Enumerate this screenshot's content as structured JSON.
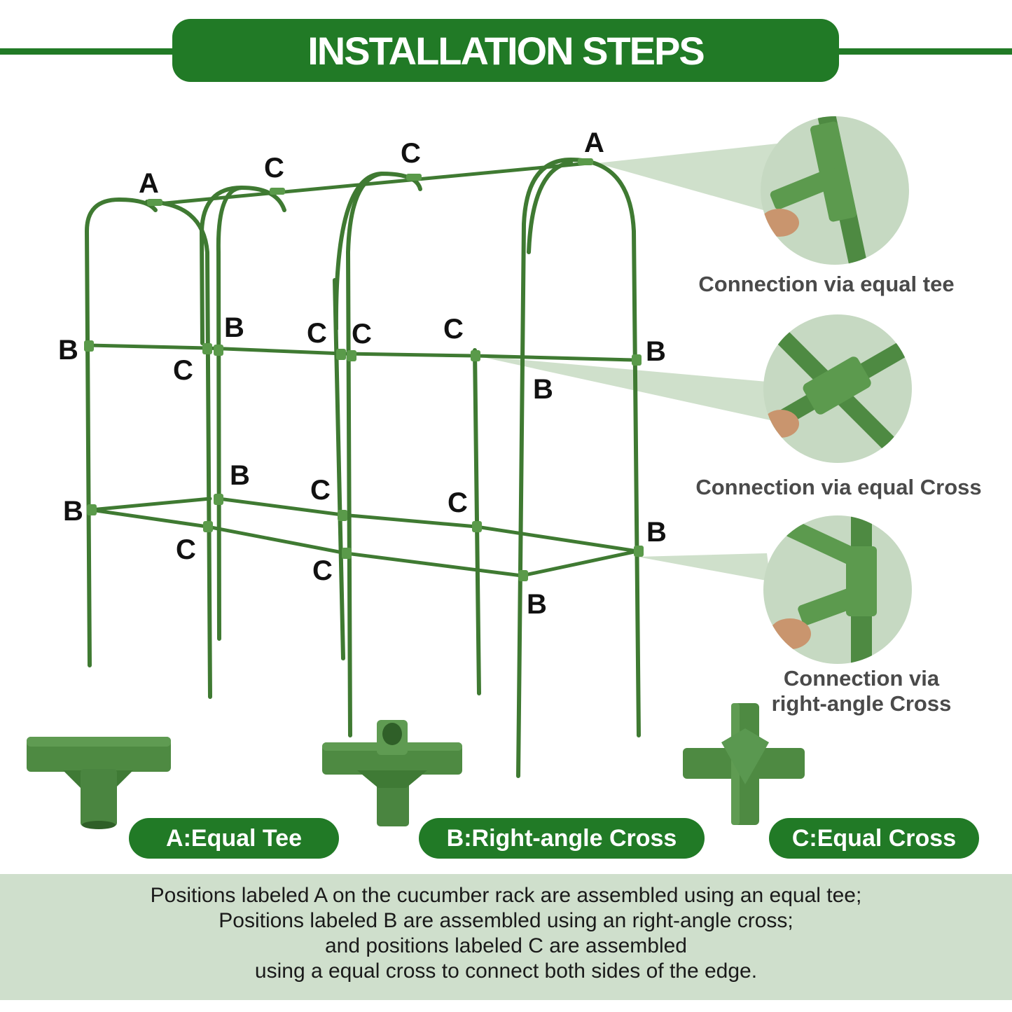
{
  "header": {
    "title": "INSTALLATION STEPS"
  },
  "rack_labels": [
    "A",
    "C",
    "C",
    "A",
    "B",
    "C",
    "B",
    "C",
    "C",
    "C",
    "B",
    "B",
    "B",
    "C",
    "B",
    "C",
    "C",
    "C",
    "B",
    "B"
  ],
  "connections": [
    {
      "caption_lines": [
        "Connection via equal tee"
      ]
    },
    {
      "caption_lines": [
        "Connection via equal Cross"
      ]
    },
    {
      "caption_lines": [
        "Connection via",
        "right-angle Cross"
      ]
    }
  ],
  "connectors": [
    {
      "label": "A:Equal Tee"
    },
    {
      "label": "B:Right-angle Cross"
    },
    {
      "label": "C:Equal Cross"
    }
  ],
  "note": {
    "lines": [
      "Positions labeled A on the cucumber rack are assembled using an equal tee;",
      "Positions labeled B are assembled using an right-angle cross;",
      "and positions labeled C are assembled",
      "using a equal cross to connect both sides of the edge."
    ]
  },
  "colors": {
    "brand_green": "#217a26",
    "rod_green": "#3f7a32",
    "connector_green": "#4e8a42",
    "pale_green": "#cfdfcc",
    "caption_gray": "#4a4a4a"
  },
  "icons": [
    "equal-tee-connector-icon",
    "right-angle-cross-connector-icon",
    "equal-cross-connector-icon"
  ]
}
